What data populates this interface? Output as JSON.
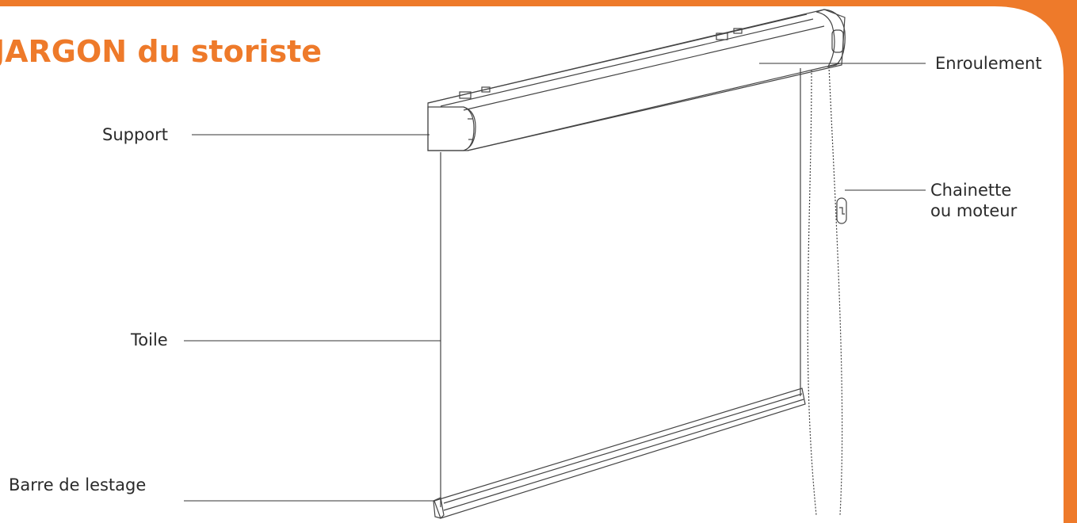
{
  "title": "JARGON du storiste",
  "labels": {
    "support": "Support",
    "toile": "Toile",
    "barre": "Barre de lestage",
    "enroulement": "Enroulement",
    "chainette_line1": "Chainette",
    "chainette_line2": "ou moteur"
  },
  "colors": {
    "accent": "#ee7a2a",
    "line": "#444444",
    "text": "#2a2a2a"
  }
}
